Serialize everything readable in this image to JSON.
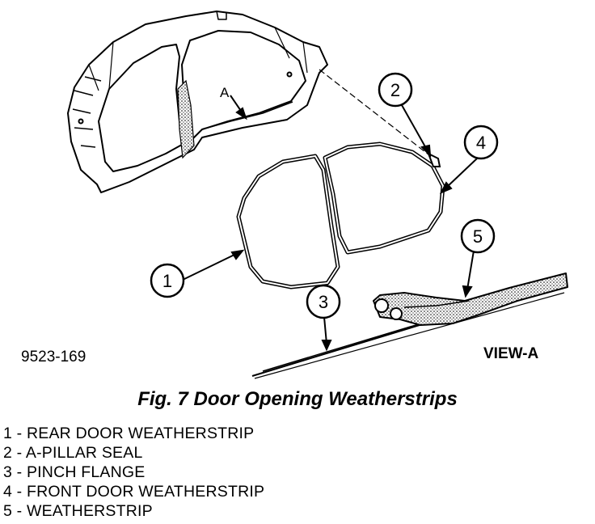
{
  "figure": {
    "caption": "Fig. 7 Door Opening Weatherstrips",
    "reference_code": "9523-169",
    "view_label": "VIEW-A",
    "detail_label": "A"
  },
  "callouts": [
    "1",
    "2",
    "3",
    "4",
    "5"
  ],
  "legend": [
    "1 - REAR DOOR WEATHERSTRIP",
    "2 - A-PILLAR SEAL",
    "3 - PINCH FLANGE",
    "4 - FRONT DOOR WEATHERSTRIP",
    "5 - WEATHERSTRIP"
  ]
}
